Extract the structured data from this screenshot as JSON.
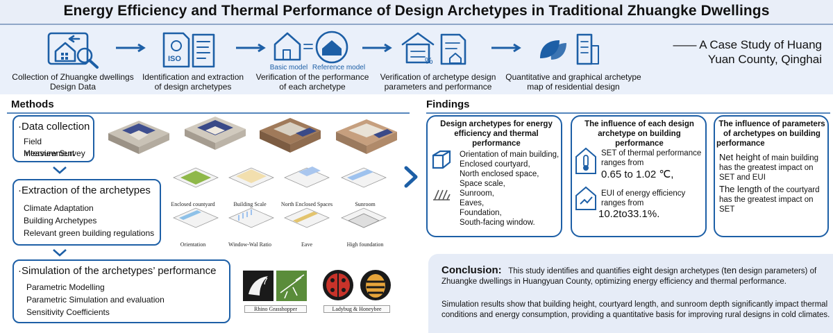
{
  "title": "Energy Efficiency and Thermal Performance of Design Archetypes in Traditional Zhuangke Dwellings",
  "subtitle": [
    "—— A Case Study of Huang",
    "Yuan County, Qinghai"
  ],
  "workflow": {
    "steps": [
      {
        "label": [
          "Collection of Zhuangke dwellings",
          "Design Data"
        ],
        "icon": "house-search-icon"
      },
      {
        "label": [
          "Identification and extraction",
          "of design archetypes"
        ],
        "icon": "iso-document-icon",
        "iso_text": "ISO"
      },
      {
        "label": [
          "Verification of the performance",
          "of each archetype"
        ],
        "icon": "house-compare-icon",
        "basic": "Basic model",
        "reference": "Reference model"
      },
      {
        "label": [
          "Verification of archetype design",
          "parameters and performance"
        ],
        "icon": "building-percent-icon"
      },
      {
        "label": [
          "Quantitative and graphical archetype",
          "map of residential design"
        ],
        "icon": "leaf-building-icon"
      }
    ]
  },
  "methods": {
    "title": "Methods",
    "boxes": [
      {
        "head": "Data collection",
        "items": [
          "Field Measurement",
          "Interview Survey"
        ]
      },
      {
        "head": "Extraction of the archetypes",
        "items": [
          "Climate Adaptation",
          "Building Archetypes",
          "Relevant green building regulations"
        ]
      },
      {
        "head": "Simulation of the archetypes’ performance",
        "items": [
          "Parametric Modelling",
          "Parametric Simulation and evaluation",
          "Sensitivity Coefficients"
        ]
      }
    ],
    "archetypes": [
      "Enclosed countyard",
      "Building Scale",
      "North Enclosed Spaces",
      "Sunroom",
      "Orientation",
      "Window-Wal Ratio",
      "Eave",
      "High foundation"
    ],
    "software": [
      "Rhino Grasshopper",
      "Ladybug & Honeybee"
    ],
    "software_glyph": "7"
  },
  "findings": {
    "title": "Findings",
    "box1": {
      "head": [
        "Design archetypes for energy",
        "efficiency and thermal performance"
      ],
      "items": [
        "Orientation of main building,",
        "Enclosed courtyard,",
        "North enclosed space,",
        "Space scale,",
        "Sunroom,",
        "Eaves,",
        "Foundation,",
        "South-facing window."
      ]
    },
    "box2": {
      "head": [
        "The influence of each design",
        "archetype on building performance"
      ],
      "set_text": [
        "SET of thermal performance",
        "ranges from"
      ],
      "set_range": "0.65 to 1.02 ℃,",
      "eui_text": [
        "EUI of energy efficiency",
        "ranges from"
      ],
      "eui_range": "10.2to33.1%."
    },
    "box3": {
      "head": [
        "The influence of parameters",
        "of archetypes on building",
        "performance"
      ],
      "p1_lead": "Net height",
      "p1_rest": " of main building",
      "p1_lines": [
        "has the greatest impact on",
        "SET and EUI"
      ],
      "p2_lead": "The length",
      "p2_rest": " of the courtyard",
      "p2_lines": [
        "has the greatest impact on",
        "SET"
      ]
    }
  },
  "conclusion": {
    "label": "Conclusion:",
    "p1_start": "This study identifies and quantifies ",
    "p1_num1": "eight",
    "p1_mid": " design archetypes (",
    "p1_num2": "ten",
    "p1_end": " design parameters) of",
    "p1_line2": "Zhuangke dwellings in  Huangyuan County, optimizing energy efficiency and thermal performance.",
    "p2": [
      "Simulation results show that building height, courtyard length, and sunroom depth significantly impact thermal",
      " conditions and energy consumption, providing a quantitative basis for improving rural designs in cold climates."
    ]
  },
  "colors": {
    "accent": "#1d5fa6",
    "band": "#eaf0fa",
    "conclusion_bg": "#e6ecf7"
  }
}
